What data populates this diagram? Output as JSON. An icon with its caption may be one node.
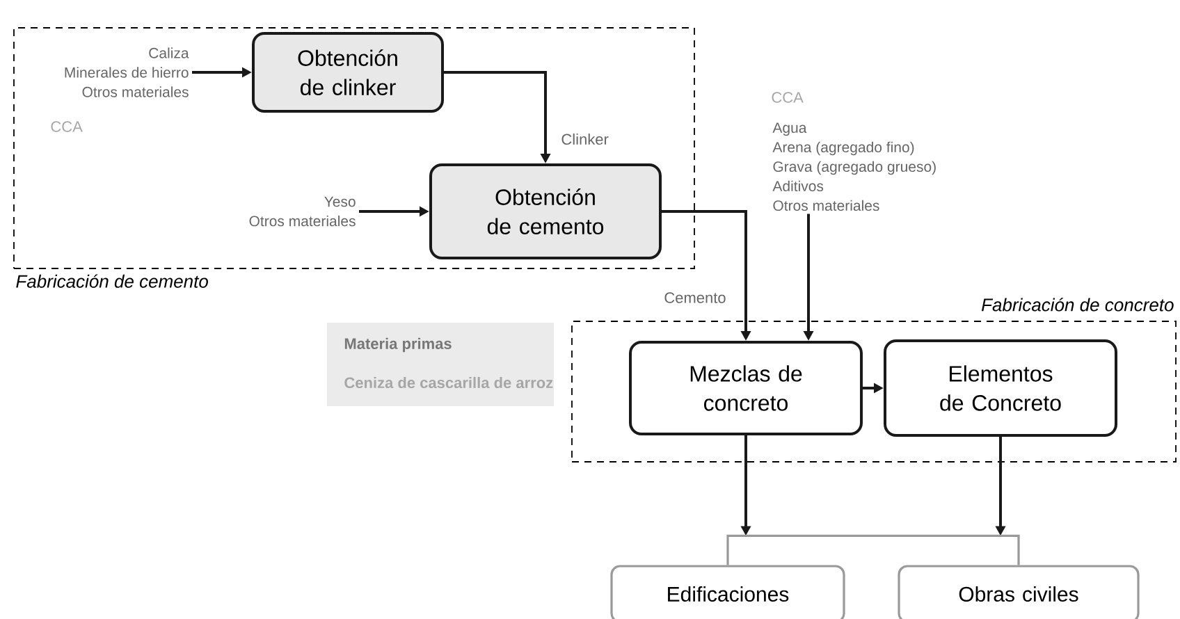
{
  "diagram": {
    "nodes": [
      {
        "text": [
          "Fabricación de cemento"
        ]
      },
      {
        "text": [
          "Caliza",
          "Minerales de hierro",
          "Otros materiales"
        ],
        "in": 0
      },
      {
        "text": [
          "Obtención de clinker"
        ],
        "in": 0
      },
      {
        "text": [
          "Yeso",
          "Otros materiales"
        ],
        "in": 0
      },
      {
        "text": [
          "Obtención de cemento"
        ],
        "in": 0
      },
      {
        "text": [
          "Agua",
          "Arena (agregado fino)",
          "Grava (agregado grueso)",
          "Aditivos",
          "Otros materiales"
        ]
      },
      {
        "text": [
          "Fabricación de concreto"
        ]
      },
      {
        "text": [
          "Mezclas de concreto"
        ],
        "in": 6
      },
      {
        "text": [
          "Elementos de Concreto"
        ],
        "in": 6
      },
      {
        "text": [
          "Edificaciones"
        ]
      },
      {
        "text": [
          "Obras civiles"
        ]
      }
    ],
    "edges": [
      {
        "from": 1,
        "to": 2,
        "arrow": "to"
      },
      {
        "from": 2,
        "to": 4,
        "arrow": "to",
        "label": "Clinker"
      },
      {
        "from": 3,
        "to": 4,
        "arrow": "to"
      },
      {
        "from": 4,
        "to": 7,
        "arrow": "to",
        "label": "Cemento"
      },
      {
        "from": 5,
        "to": 7,
        "arrow": "to"
      },
      {
        "from": 7,
        "to": 8,
        "arrow": "to"
      },
      {
        "from": 7,
        "to": 9,
        "arrow": "to"
      },
      {
        "from": 8,
        "to": 10,
        "arrow": "to"
      },
      {
        "from": 9,
        "to": 10,
        "arrow": "none",
        "color": "#999999"
      }
    ],
    "labels": [
      "CCA",
      "CCA"
    ],
    "legend": [
      {
        "text": "Materia primas",
        "color": "#777777"
      },
      {
        "text": "Ceniza de cascarilla de arroz",
        "color": "#a6a6a6"
      }
    ]
  }
}
